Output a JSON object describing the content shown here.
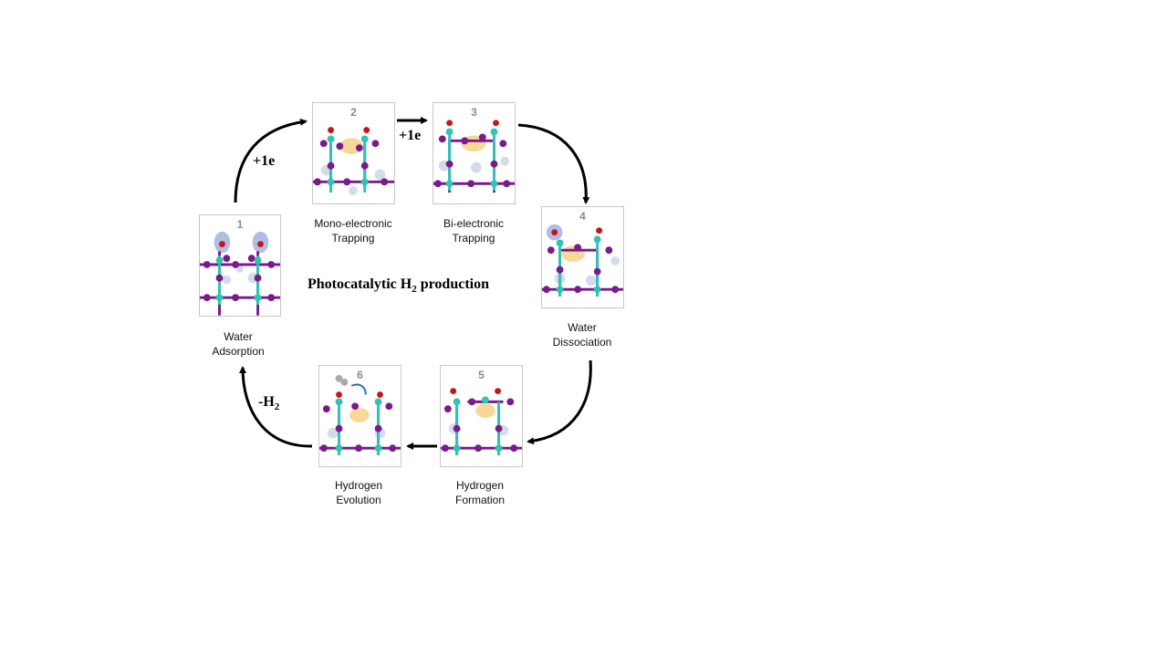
{
  "title": {
    "prefix": "Photocatalytic H",
    "sub": "2",
    "suffix": " production"
  },
  "steps": [
    {
      "num": "1",
      "line1": "Water",
      "line2": "Adsorption"
    },
    {
      "num": "2",
      "line1": "Mono-electronic",
      "line2": "Trapping"
    },
    {
      "num": "3",
      "line1": "Bi-electronic",
      "line2": "Trapping"
    },
    {
      "num": "4",
      "line1": "Water",
      "line2": "Dissociation"
    },
    {
      "num": "5",
      "line1": "Hydrogen",
      "line2": "Formation"
    },
    {
      "num": "6",
      "line1": "Hydrogen",
      "line2": "Evolution"
    }
  ],
  "arrow_labels": {
    "step1_to_2": "+1e",
    "step2_to_3": "+1e",
    "h2_release_prefix": "-H",
    "h2_release_sub": "2"
  },
  "colors": {
    "arrow": "#000000",
    "iodine_purple": "#7a1a8c",
    "metal_teal": "#2fc4b4",
    "oxygen_red": "#c81414",
    "electron_glow": "#f5c76a",
    "water_halo": "#6f86cf",
    "caption_text": "#111111",
    "step_number": "#8a8a8a"
  }
}
